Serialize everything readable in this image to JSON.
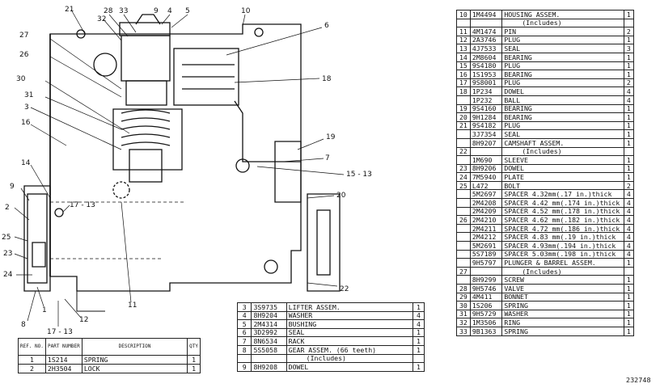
{
  "figure_number": "232748",
  "callouts": [
    {
      "id": "c21",
      "label": "21"
    },
    {
      "id": "c32",
      "label": "32"
    },
    {
      "id": "c28",
      "label": "28"
    },
    {
      "id": "c33",
      "label": "33"
    },
    {
      "id": "c9a",
      "label": "9"
    },
    {
      "id": "c4",
      "label": "4"
    },
    {
      "id": "c5",
      "label": "5"
    },
    {
      "id": "c10",
      "label": "10"
    },
    {
      "id": "c6",
      "label": "6"
    },
    {
      "id": "c27",
      "label": "27"
    },
    {
      "id": "c26",
      "label": "26"
    },
    {
      "id": "c30",
      "label": "30"
    },
    {
      "id": "c18",
      "label": "18"
    },
    {
      "id": "c31",
      "label": "31"
    },
    {
      "id": "c3",
      "label": "3"
    },
    {
      "id": "c16",
      "label": "16"
    },
    {
      "id": "c19",
      "label": "19"
    },
    {
      "id": "c7",
      "label": "7"
    },
    {
      "id": "c1513",
      "label": "15 - 13"
    },
    {
      "id": "c14",
      "label": "14"
    },
    {
      "id": "c9b",
      "label": "9"
    },
    {
      "id": "c1713a",
      "label": "17 - 13"
    },
    {
      "id": "c20",
      "label": "20"
    },
    {
      "id": "c2",
      "label": "2"
    },
    {
      "id": "c25",
      "label": "25"
    },
    {
      "id": "c23",
      "label": "23"
    },
    {
      "id": "c24",
      "label": "24"
    },
    {
      "id": "c11",
      "label": "11"
    },
    {
      "id": "c22",
      "label": "22"
    },
    {
      "id": "c1",
      "label": "1"
    },
    {
      "id": "c8",
      "label": "8"
    },
    {
      "id": "c12",
      "label": "12"
    },
    {
      "id": "c1713b",
      "label": "17 - 13"
    }
  ],
  "left_table": {
    "headers": {
      "ref": "REF. NO.",
      "part": "PART NUMBER",
      "desc": "DESCRIPTION",
      "qty": "QTY"
    },
    "rows": [
      {
        "ref": "1",
        "part": "1S214",
        "desc": "SPRING",
        "qty": "1"
      },
      {
        "ref": "2",
        "part": "2H3504",
        "desc": "LOCK",
        "qty": "1"
      }
    ]
  },
  "mid_table": {
    "rows": [
      {
        "ref": "3",
        "part": "3S9735",
        "desc": "LIFTER ASSEM.",
        "qty": "1"
      },
      {
        "ref": "4",
        "part": "8H9204",
        "desc": "WASHER",
        "qty": "4"
      },
      {
        "ref": "5",
        "part": "2M4314",
        "desc": "BUSHING",
        "qty": "4"
      },
      {
        "ref": "6",
        "part": "3D2992",
        "desc": "SEAL",
        "qty": "1"
      },
      {
        "ref": "7",
        "part": "8N6534",
        "desc": "RACK",
        "qty": "1"
      },
      {
        "ref": "8",
        "part": "5S5058",
        "desc": "GEAR ASSEM. (66 teeth)",
        "qty": "1"
      },
      {
        "ref": "",
        "part": "",
        "desc": "(Includes)",
        "qty": ""
      },
      {
        "ref": "9",
        "part": "8H9208",
        "desc": "DOWEL",
        "qty": "1"
      }
    ]
  },
  "right_table": {
    "rows": [
      {
        "ref": "10",
        "part": "1M4494",
        "desc": "HOUSING ASSEM.",
        "qty": "1"
      },
      {
        "ref": "",
        "part": "",
        "desc": "(Includes)",
        "qty": ""
      },
      {
        "ref": "11",
        "part": "4M1474",
        "desc": "PIN",
        "qty": "2"
      },
      {
        "ref": "12",
        "part": "2A3746",
        "desc": "PLUG",
        "qty": "1"
      },
      {
        "ref": "13",
        "part": "4J7533",
        "desc": "SEAL",
        "qty": "3"
      },
      {
        "ref": "14",
        "part": "2M8604",
        "desc": "BEARING",
        "qty": "1"
      },
      {
        "ref": "15",
        "part": "9S4180",
        "desc": "PLUG",
        "qty": "1"
      },
      {
        "ref": "16",
        "part": "1S1953",
        "desc": "BEARING",
        "qty": "1"
      },
      {
        "ref": "17",
        "part": "9S8001",
        "desc": "PLUG",
        "qty": "2"
      },
      {
        "ref": "18",
        "part": "1P234",
        "desc": "DOWEL",
        "qty": "4"
      },
      {
        "ref": "",
        "part": "1P232",
        "desc": "BALL",
        "qty": "4"
      },
      {
        "ref": "19",
        "part": "9S4160",
        "desc": "BEARING",
        "qty": "1"
      },
      {
        "ref": "20",
        "part": "9H1284",
        "desc": "BEARING",
        "qty": "1"
      },
      {
        "ref": "21",
        "part": "9S4182",
        "desc": "PLUG",
        "qty": "1"
      },
      {
        "ref": "",
        "part": "3J7354",
        "desc": "SEAL",
        "qty": "1"
      },
      {
        "ref": "",
        "part": "8H9207",
        "desc": "CAMSHAFT ASSEM.",
        "qty": "1"
      },
      {
        "ref": "22",
        "part": "",
        "desc": "(Includes)",
        "qty": ""
      },
      {
        "ref": "",
        "part": "1M690",
        "desc": "SLEEVE",
        "qty": "1"
      },
      {
        "ref": "23",
        "part": "8H9206",
        "desc": "DOWEL",
        "qty": "1"
      },
      {
        "ref": "24",
        "part": "7M5940",
        "desc": "PLATE",
        "qty": "1"
      },
      {
        "ref": "25",
        "part": "L472",
        "desc": "BOLT",
        "qty": "2"
      },
      {
        "ref": "",
        "part": "5M2697",
        "desc": "SPACER 4.32mm(.17 in.)thick",
        "qty": "4"
      },
      {
        "ref": "",
        "part": "2M4208",
        "desc": "SPACER 4.42 mm(.174 in.)thick",
        "qty": "4"
      },
      {
        "ref": "",
        "part": "2M4209",
        "desc": "SPACER 4.52 mm(.178 in.)thick",
        "qty": "4"
      },
      {
        "ref": "26",
        "part": "2M4210",
        "desc": "SPACER 4.62 mm(.182 in.)thick",
        "qty": "4"
      },
      {
        "ref": "",
        "part": "2M4211",
        "desc": "SPACER 4.72 mm(.186 in.)thick",
        "qty": "4"
      },
      {
        "ref": "",
        "part": "2M4212",
        "desc": "SPACER 4.83 mm(.19 in.)thick",
        "qty": "4"
      },
      {
        "ref": "",
        "part": "5M2691",
        "desc": "SPACER 4.93mm(.194 in.)thick",
        "qty": "4"
      },
      {
        "ref": "",
        "part": "5S7189",
        "desc": "SPACER 5.03mm(.198 in.)thick",
        "qty": "4"
      },
      {
        "ref": "",
        "part": "9H5797",
        "desc": "PLUNGER & BARREL ASSEM.",
        "qty": "1"
      },
      {
        "ref": "27",
        "part": "",
        "desc": "(Includes)",
        "qty": ""
      },
      {
        "ref": "",
        "part": "8H9299",
        "desc": "SCREW",
        "qty": "1"
      },
      {
        "ref": "28",
        "part": "9H5746",
        "desc": "VALVE",
        "qty": "1"
      },
      {
        "ref": "29",
        "part": "4M411",
        "desc": "BONNET",
        "qty": "1"
      },
      {
        "ref": "30",
        "part": "1S206",
        "desc": "SPRING",
        "qty": "1"
      },
      {
        "ref": "31",
        "part": "9H5729",
        "desc": "WASHER",
        "qty": "1"
      },
      {
        "ref": "32",
        "part": "1M3506",
        "desc": "RING",
        "qty": "1"
      },
      {
        "ref": "33",
        "part": "9B1363",
        "desc": "SPRING",
        "qty": "1"
      }
    ]
  }
}
